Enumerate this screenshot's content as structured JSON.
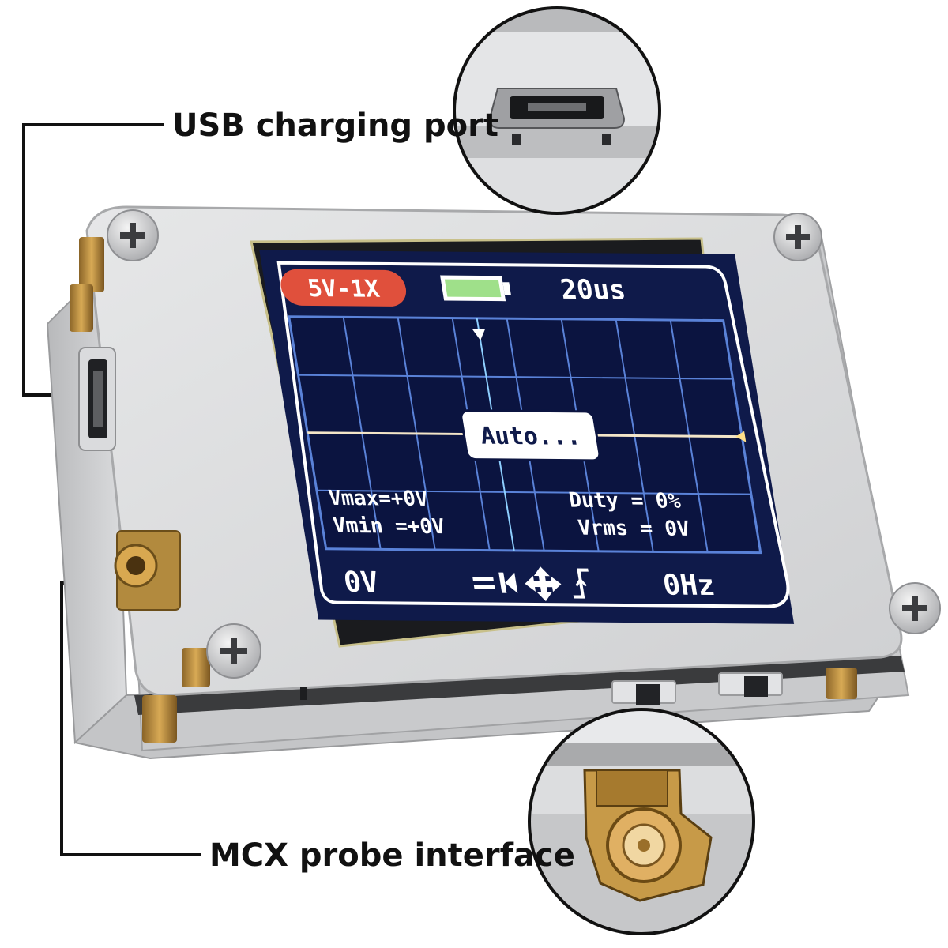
{
  "callouts": {
    "usb_label": "USB charging port",
    "mcx_label": "MCX probe interface"
  },
  "screen": {
    "range_badge": "5V-1X",
    "timebase": "20us",
    "status_popup": "Auto...",
    "vmax": "Vmax=+0V",
    "vmin": "Vmin =+0V",
    "duty": "Duty = 0%",
    "vrms": "Vrms = 0V",
    "voltage": "0V",
    "frequency": "0Hz"
  },
  "colors": {
    "screen_bg": "#0f1a4a",
    "badge": "#e0503c",
    "battery": "#9fe08a",
    "grid": "#5a82d8",
    "trace": "#f4e6c8",
    "enclosure": "#d9dadb",
    "brass": "#c0913c"
  },
  "icons": [
    "screw-icon",
    "battery-icon",
    "trigger-marker-icon",
    "move-arrows-icon",
    "rising-edge-icon",
    "coupling-icon"
  ]
}
